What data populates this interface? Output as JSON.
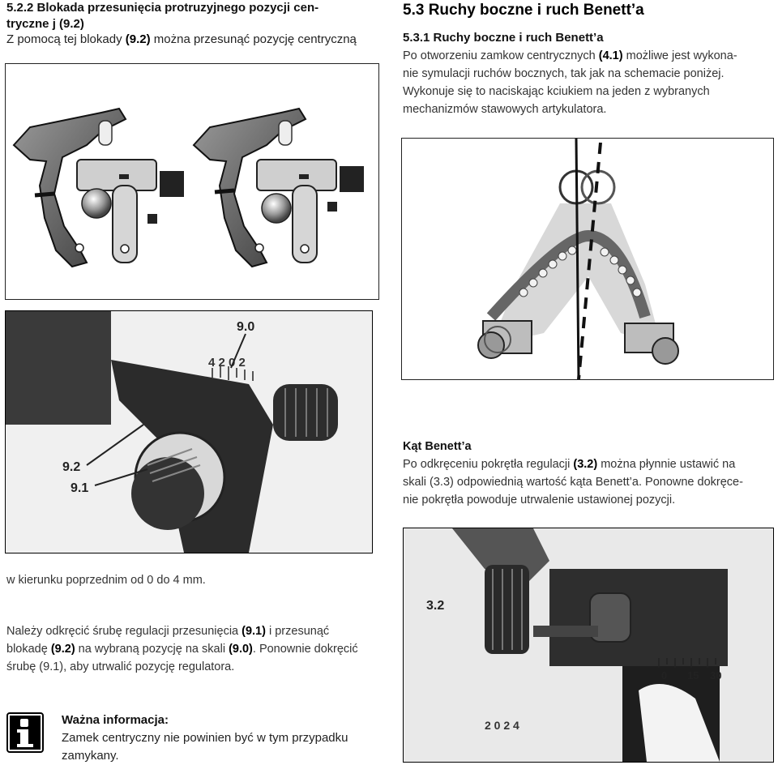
{
  "left_section": {
    "heading_line1": "5.2.2  Blokada przesunięcia protruzyjnego pozycji cen-",
    "heading_line2": "tryczne j (9.2)",
    "intro_prefix": "Z pomocą tej blokady ",
    "intro_ref": "(9.2)",
    "intro_suffix": " można przesunąć pozycję centryczną"
  },
  "right_section": {
    "title": "5.3   Ruchy boczne i ruch Benett’a",
    "subtitle": "5.3.1   Ruchy boczne i ruch Benett’a",
    "para1_line1_a": "Po otworzeniu zamkow centrycznych ",
    "para1_line1_ref": "(4.1)",
    "para1_line1_b": " możliwe jest wykona-",
    "para1_line2": "nie symulacji ruchów bocznych, tak jak na schemacie poniżej.",
    "para1_line3": "Wykonuje się to naciskając kciukiem na jeden z wybranych",
    "para1_line4": "mechanizmów stawowych artykulatora."
  },
  "photo1": {
    "label_9_0": "9.0",
    "label_9_2": "9.2",
    "label_9_1": "9.1",
    "scale_digits": "4 2 0 2"
  },
  "benett": {
    "heading": "Kąt Benett’a",
    "line1_a": "Po odkręceniu pokrętła regulacji ",
    "line1_ref": "(3.2)",
    "line1_b": " można płynnie ustawić na",
    "line2": "skali (3.3) odpowiednią wartość kąta Benett’a. Ponowne dokręce-",
    "line3": "nie pokrętła powoduje utrwalenie ustawionej pozycji."
  },
  "photo2": {
    "label_3_2": "3.2",
    "scale_0": "0",
    "scale_15": "15",
    "scale_30": "30",
    "digits": "2 0 2 4"
  },
  "left_text": {
    "line1": "w kierunku poprzednim od 0 do 4 mm.",
    "line2_a": "Należy odkręcić śrubę regulacji przesunięcia ",
    "line2_ref": "(9.1)",
    "line2_b": " i przesunąć",
    "line3_a": "blokadę ",
    "line3_ref1": "(9.2)",
    "line3_b": " na wybraną pozycję na skali ",
    "line3_ref2": "(9.0)",
    "line3_c": ". Ponownie dokręcić",
    "line4": "śrubę (9.1), aby utrwalić pozycję regulatora."
  },
  "notice": {
    "icon": "info-icon",
    "title": "Ważna informacja:",
    "line1": "Zamek centryczny nie powinien być w tym przypadku",
    "line2": "zamykany."
  }
}
